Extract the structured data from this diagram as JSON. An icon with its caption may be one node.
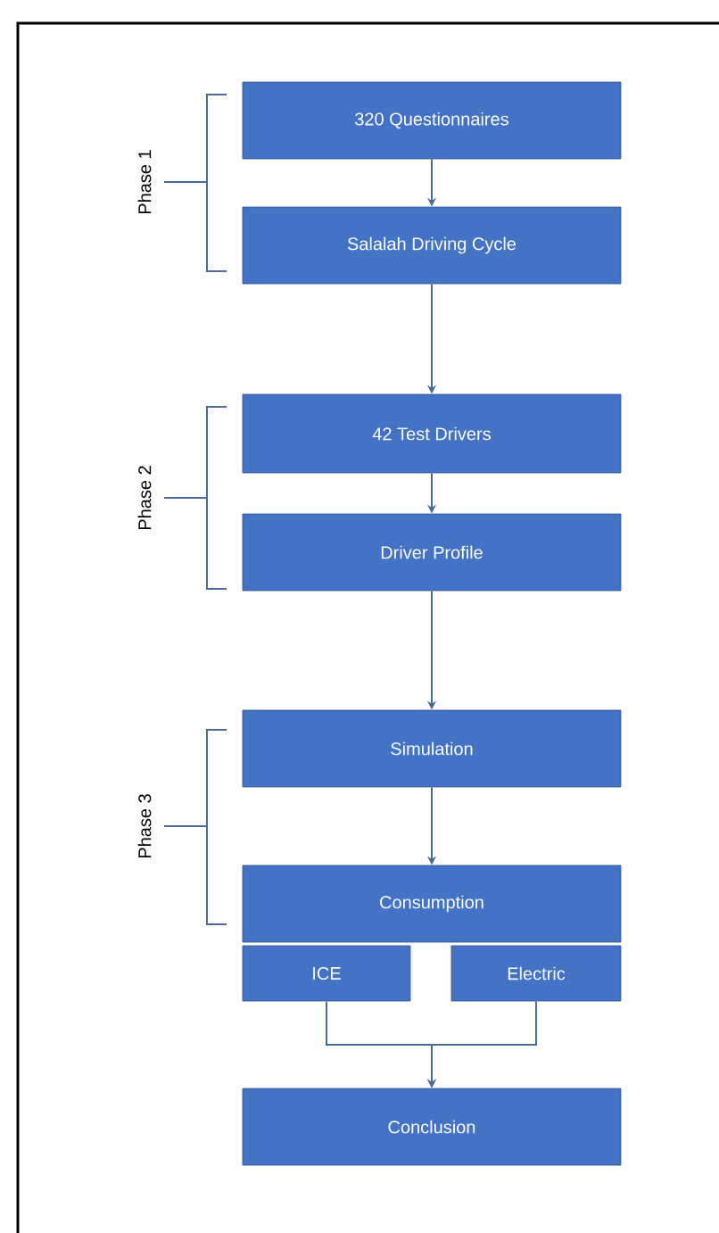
{
  "diagram": {
    "nodes": [
      {
        "text": [
          "320 Questionnaires"
        ]
      },
      {
        "text": [
          "Salalah Driving Cycle"
        ]
      },
      {
        "text": [
          "42 Test Drivers"
        ]
      },
      {
        "text": [
          "Driver Profile"
        ]
      },
      {
        "text": [
          "Simulation"
        ]
      },
      {
        "text": [
          "Consumption"
        ]
      },
      {
        "text": [
          "ICE"
        ]
      },
      {
        "text": [
          "Electric"
        ]
      },
      {
        "text": [
          "Conclusion"
        ]
      }
    ],
    "edges": [
      {
        "from": 0,
        "to": 1,
        "arrow": "to"
      },
      {
        "from": 1,
        "to": 2,
        "arrow": "to"
      },
      {
        "from": 2,
        "to": 3,
        "arrow": "to"
      },
      {
        "from": 3,
        "to": 4,
        "arrow": "to"
      },
      {
        "from": 4,
        "to": 5,
        "arrow": "to"
      },
      {
        "from": 6,
        "to": 8,
        "arrow": "to"
      },
      {
        "from": 7,
        "to": 8,
        "arrow": "to"
      }
    ],
    "labels": [
      "Phase 1",
      "Phase 2",
      "Phase 3"
    ]
  }
}
